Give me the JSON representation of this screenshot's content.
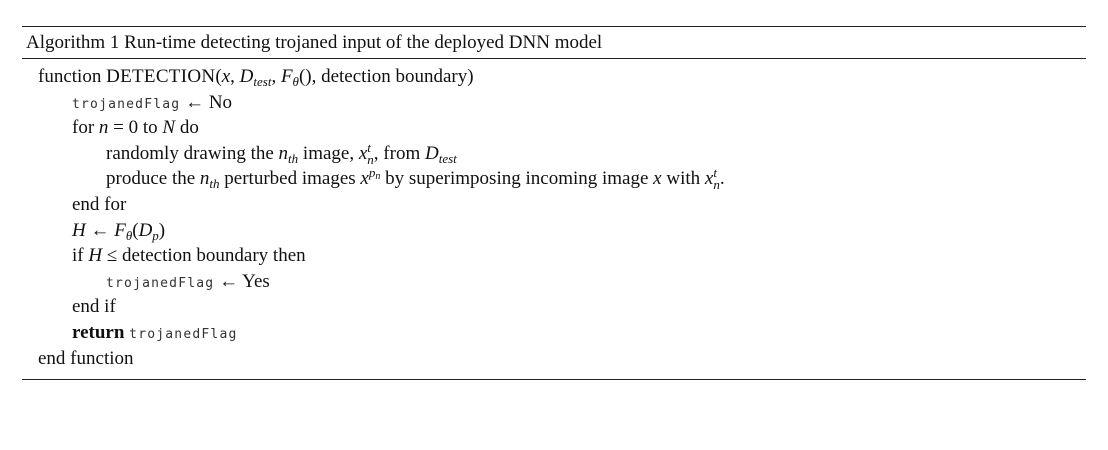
{
  "algorithm": {
    "caption": "Algorithm 1 Run-time detecting trojaned input of the deployed DNN model",
    "lines": {
      "l1": {
        "kw": "function",
        "name": "DETECTION",
        "open": "(",
        "x": "x",
        "comma": ", ",
        "D": "D",
        "test": "test",
        "F": "F",
        "theta": "θ",
        "paren": "()",
        "rest": ", detection boundary)"
      },
      "l2": {
        "flag": "trojanedFlag",
        "arrow": " ← ",
        "val": "No"
      },
      "l3": {
        "pre": "for ",
        "n": "n",
        "eq": " = 0 to ",
        "N": "N",
        "post": " do"
      },
      "l4": {
        "pre": "randomly drawing the ",
        "n": "n",
        "th": "th",
        "mid": " image, ",
        "x": "x",
        "t": "t",
        "nsub": "n",
        "from": ", from ",
        "D": "D",
        "test": "test"
      },
      "l5": {
        "pre": "produce the ",
        "n": "n",
        "th": "th",
        "mid": " perturbed images ",
        "x": "x",
        "p": "p",
        "pn": "n",
        "mid2": " by superimposing incoming image ",
        "x2": "x",
        "with": " with ",
        "x3": "x",
        "t": "t",
        "nsub": "n",
        "end": "."
      },
      "l6": {
        "text": "end for"
      },
      "l7": {
        "H": "H",
        "arrow": " ← ",
        "F": "F",
        "theta": "θ",
        "open": "(",
        "D": "D",
        "p": "p",
        "close": ")"
      },
      "l8": {
        "pre": "if  ",
        "H": "H",
        "le": " ≤ detection boundary  then"
      },
      "l9": {
        "flag": "trojanedFlag",
        "arrow": " ← ",
        "val": "Yes"
      },
      "l10": {
        "text": "end if"
      },
      "l11": {
        "kw": "return",
        "flag": "trojanedFlag"
      },
      "l12": {
        "text": "end function"
      }
    }
  }
}
